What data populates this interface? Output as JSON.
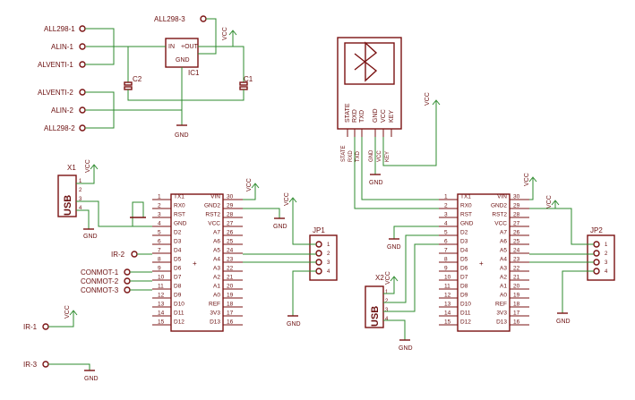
{
  "power_section": {
    "ic1": {
      "ref": "IC1",
      "pin_in": "IN",
      "pin_out": "+OUT",
      "pin_gnd": "GND"
    },
    "c1": "C1",
    "c2": "C2",
    "ports": [
      "ALL298-1",
      "ALIN-1",
      "ALVENTI-1",
      "ALVENTI-2",
      "ALIN-2",
      "ALL298-2"
    ],
    "top_port": "ALL298-3",
    "vcc": "VCC",
    "gnd": "GND"
  },
  "bt_module": {
    "pins": [
      "STATE",
      "RXD",
      "TXD",
      "GND",
      "VCC",
      "KEY"
    ],
    "net_labels": [
      "STATE",
      "RXD",
      "TXD",
      "GND",
      "VCC",
      "KEY"
    ]
  },
  "left_board": {
    "usb": {
      "ref": "X1",
      "label": "USB",
      "pins": [
        "1",
        "2",
        "3",
        "4"
      ]
    },
    "mcu": {
      "left_labels": [
        "TX1",
        "RX0",
        "RST",
        "GND",
        "D2",
        "D3",
        "D4",
        "D5",
        "D6",
        "D7",
        "D8",
        "D9",
        "D10",
        "D11",
        "D12"
      ],
      "left_nums": [
        "1",
        "2",
        "3",
        "4",
        "5",
        "6",
        "7",
        "8",
        "9",
        "10",
        "11",
        "12",
        "13",
        "14",
        "15"
      ],
      "right_labels": [
        "VIN",
        "GND2",
        "RST2",
        "VCC",
        "A7",
        "A6",
        "A5",
        "A4",
        "A3",
        "A2",
        "A1",
        "A0",
        "REF",
        "3V3",
        "D13"
      ],
      "right_nums": [
        "30",
        "29",
        "28",
        "27",
        "26",
        "25",
        "24",
        "23",
        "22",
        "21",
        "20",
        "19",
        "18",
        "17",
        "16"
      ],
      "plus": "+"
    },
    "jp": {
      "ref": "JP1",
      "pins": [
        "1",
        "2",
        "3",
        "4"
      ]
    },
    "ports": [
      "IR-2",
      "CONMOT-1",
      "CONMOT-2",
      "CONMOT-3"
    ],
    "ir_ports": [
      "IR-1",
      "IR-3"
    ]
  },
  "right_board": {
    "usb": {
      "ref": "X2",
      "label": "USB",
      "pins": [
        "1",
        "2",
        "3",
        "4"
      ]
    },
    "mcu": {
      "left_labels": [
        "TX1",
        "RX0",
        "RST",
        "GND",
        "D2",
        "D3",
        "D4",
        "D5",
        "D6",
        "D7",
        "D8",
        "D9",
        "D10",
        "D11",
        "D12"
      ],
      "left_nums": [
        "1",
        "2",
        "3",
        "4",
        "5",
        "6",
        "7",
        "8",
        "9",
        "10",
        "11",
        "12",
        "13",
        "14",
        "15"
      ],
      "right_labels": [
        "VIN",
        "GND2",
        "RST2",
        "VCC",
        "A7",
        "A6",
        "A5",
        "A4",
        "A3",
        "A2",
        "A1",
        "A0",
        "REF",
        "3V3",
        "D13"
      ],
      "right_nums": [
        "30",
        "29",
        "28",
        "27",
        "26",
        "25",
        "24",
        "23",
        "22",
        "21",
        "20",
        "19",
        "18",
        "17",
        "16"
      ],
      "plus": "+"
    },
    "jp": {
      "ref": "JP2",
      "pins": [
        "1",
        "2",
        "3",
        "4"
      ]
    }
  },
  "vcc": "VCC",
  "gnd": "GND"
}
